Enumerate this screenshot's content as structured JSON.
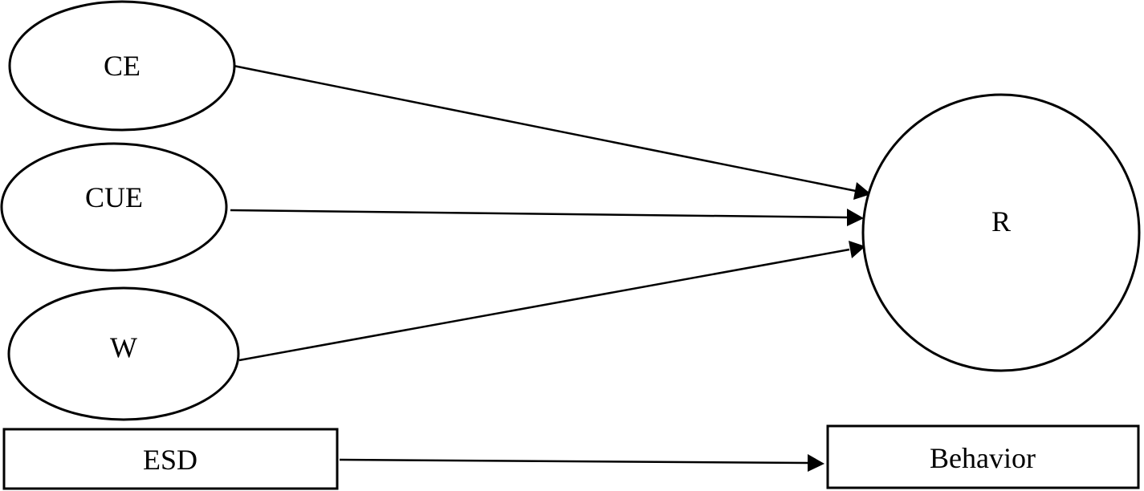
{
  "diagram": {
    "nodes": {
      "ce": {
        "label": "CE",
        "shape": "ellipse"
      },
      "cue": {
        "label": "CUE",
        "shape": "ellipse"
      },
      "w": {
        "label": "W",
        "shape": "ellipse"
      },
      "r": {
        "label": "R",
        "shape": "circle"
      },
      "esd": {
        "label": "ESD",
        "shape": "rectangle"
      },
      "behavior": {
        "label": "Behavior",
        "shape": "rectangle"
      }
    },
    "edges": [
      {
        "from": "CE",
        "to": "R"
      },
      {
        "from": "CUE",
        "to": "R"
      },
      {
        "from": "W",
        "to": "R"
      },
      {
        "from": "ESD",
        "to": "Behavior"
      }
    ],
    "colors": {
      "stroke": "#000000",
      "background": "#ffffff"
    }
  }
}
